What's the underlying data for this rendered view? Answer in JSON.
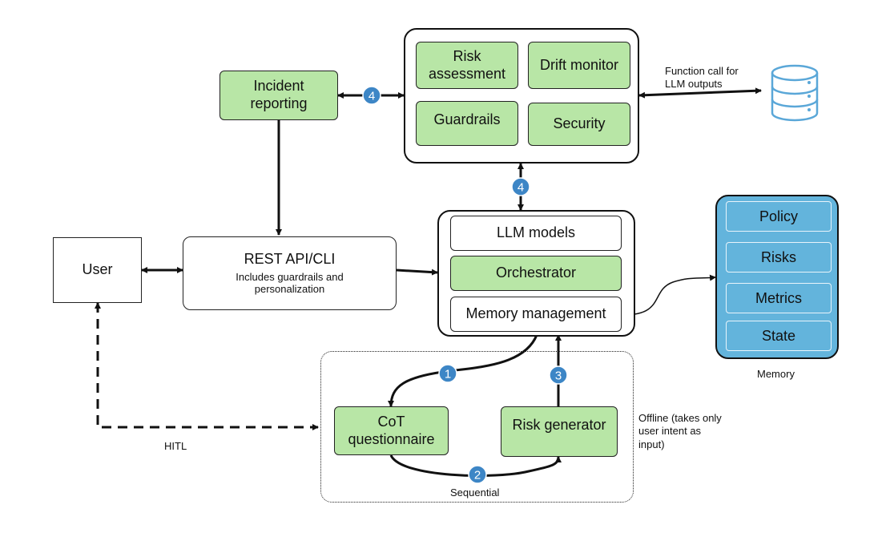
{
  "nodes": {
    "incident_reporting": "Incident reporting",
    "risk_assessment": "Risk assessment",
    "drift_monitor": "Drift monitor",
    "guardrails": "Guardrails",
    "security": "Security",
    "user": "User",
    "rest_api_title": "REST API/CLI",
    "rest_api_sub": "Includes guardrails and personalization",
    "llm_models": "LLM models",
    "orchestrator": "Orchestrator",
    "memory_management": "Memory management",
    "cot_questionnaire": "CoT questionnaire",
    "risk_generator": "Risk generator"
  },
  "memory_store": {
    "items": [
      "Policy",
      "Risks",
      "Metrics",
      "State"
    ],
    "caption": "Memory"
  },
  "labels": {
    "function_call": "Function call for LLM outputs",
    "hitl": "HITL",
    "sequential": "Sequential",
    "offline": "Offline (takes only user intent as input)"
  },
  "badges": {
    "incident": "4",
    "vertical": "4",
    "step1": "1",
    "step2": "2",
    "step3": "3"
  },
  "colors": {
    "green_fill": "#b8e6a6",
    "memory_fill": "#63b4dc",
    "badge_fill": "#3d86c6",
    "database_stroke": "#5aa7d8"
  },
  "icons": {
    "database": "database-icon"
  }
}
